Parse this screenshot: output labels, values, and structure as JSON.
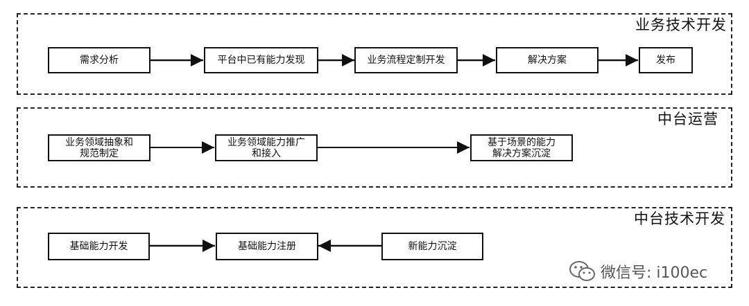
{
  "lanes": [
    {
      "title": "业务技术开发"
    },
    {
      "title": "中台运营"
    },
    {
      "title": "中台技术开发"
    }
  ],
  "nodes": {
    "demand_analysis": "需求分析",
    "capability_discovery": "平台中已有能力发现",
    "process_customization": "业务流程定制开发",
    "solution": "解决方案",
    "release": "发布",
    "domain_abstraction_l1": "业务领域抽象和",
    "domain_abstraction_l2": "规范制定",
    "capability_promotion_l1": "业务领域能力推广",
    "capability_promotion_l2": "和接入",
    "scenario_solution_l1": "基于场景的能力",
    "scenario_solution_l2": "解决方案沉淀",
    "basic_dev": "基础能力开发",
    "basic_register": "基础能力注册",
    "new_capability": "新能力沉淀"
  },
  "watermark": {
    "text": "微信号: i100ec",
    "icon": "wechat-icon"
  },
  "colors": {
    "line": "#111111",
    "watermark": "#555555"
  }
}
